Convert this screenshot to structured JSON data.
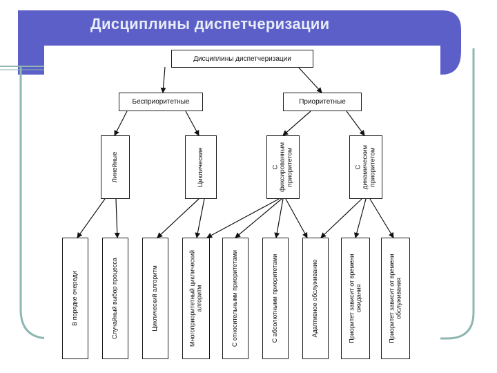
{
  "slide": {
    "title": "Дисциплины диспетчеризации",
    "colors": {
      "frame": "#5b5fc7",
      "accent_line": "#8fb6b0",
      "title_text": "#e8ecf8"
    }
  },
  "diagram": {
    "root": "Дисциплины диспетчеризации",
    "groups": [
      {
        "label": "Бесприоритетные"
      },
      {
        "label": "Приоритетные"
      }
    ],
    "types": [
      {
        "label": "Линейные"
      },
      {
        "label": "Циклические"
      },
      {
        "label": "С\nфиксированным\nприоритетом"
      },
      {
        "label": "С\nдинамическим\nприоритетом"
      }
    ],
    "leaves": [
      {
        "label": "В порядке очереди"
      },
      {
        "label": "Случайный выбор процесса"
      },
      {
        "label": "Циклический алгоритм"
      },
      {
        "label": "Многоприоритетный циклический\nалгоритм"
      },
      {
        "label": "С относительными приоритетами"
      },
      {
        "label": "С абсолютными приоритетами"
      },
      {
        "label": "Адаптивное обслуживание"
      },
      {
        "label": "Приоритет зависит от времени\nожидания"
      },
      {
        "label": "Приоритет зависит от времени\nобслуживания"
      }
    ]
  }
}
